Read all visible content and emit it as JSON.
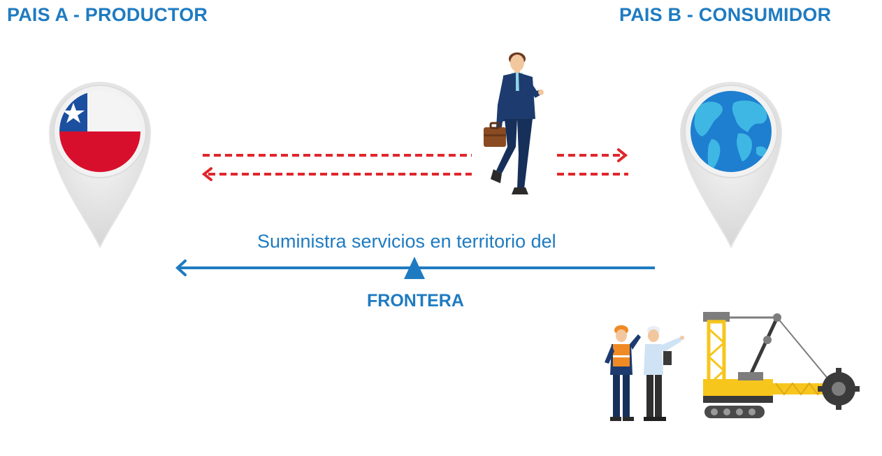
{
  "country_a": {
    "title": "PAIS A - PRODUCTOR",
    "pin_icon": "chile-flag-location-pin"
  },
  "country_b": {
    "title": "PAIS B - CONSUMIDOR",
    "pin_icon": "globe-location-pin"
  },
  "flow": {
    "caption": "Suministra servicios en territorio del",
    "border_label": "FRONTERA",
    "traveler_icon": "businessman-with-briefcase",
    "worksite_icon": "mining-engineers-and-excavator"
  },
  "colors": {
    "brand_blue": "#1f7bc1",
    "arrow_red": "#e0262b",
    "flag_red": "#d80f2c",
    "flag_blue": "#1b4fa0",
    "globe_blue": "#1e7fd0",
    "machine_yellow": "#f7c61d"
  }
}
